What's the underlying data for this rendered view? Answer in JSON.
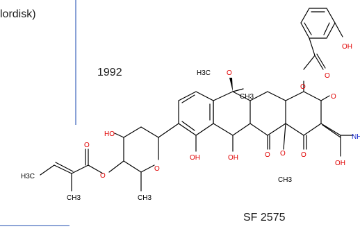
{
  "captions": {
    "top_left": "lordisk)",
    "year": "1992",
    "compound": "SF 2575"
  },
  "colors": {
    "divider": "#4a6fbf",
    "oxygen": "#e00000",
    "nitrogen": "#1a2ccf",
    "bond": "#000000"
  },
  "atoms": {
    "oh_phenol_top": "OH",
    "o_ester_top": "O",
    "o_carbonyl_top": "O",
    "o_methoxy_top": "O",
    "ch3_methoxy_top": "H3C",
    "ch3_quaternary": "CH3",
    "o_ketone_right": "O",
    "nh_amide": "NH",
    "oh_amide": "OH",
    "o_ketone_mid": "O",
    "o_ketone_low": "O",
    "o_methoxy_low": "O",
    "ch3_methoxy_low": "CH3",
    "oh_aromatic": "OH",
    "oh_mid": "OH",
    "oh_sugar": "HO",
    "o_ring_sugar": "O",
    "ch3_sugar": "CH3",
    "o_ester_sugar": "O",
    "o_carbonyl_tiglate": "O",
    "h3c_tiglate": "H3C",
    "ch3_tiglate": "CH3"
  }
}
